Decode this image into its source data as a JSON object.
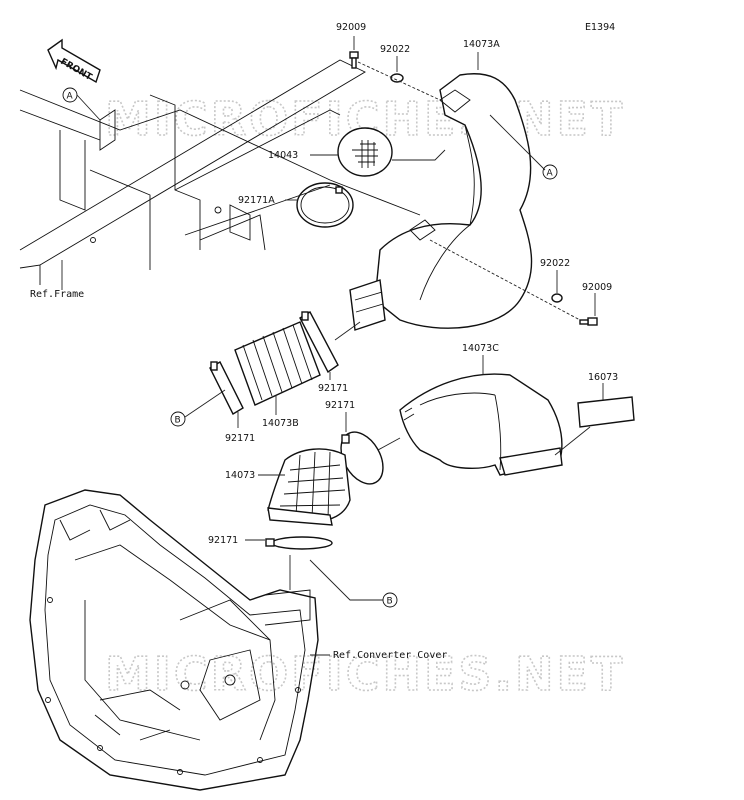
{
  "diagram_code": "E1394",
  "watermark": "MICROFICHES.NET",
  "front_arrow_label": "FRONT",
  "references": {
    "frame": "Ref.Frame",
    "converter_cover": "Ref.Converter Cover"
  },
  "markers": {
    "a": "A",
    "b": "B"
  },
  "parts": {
    "p92009_top": "92009",
    "p92022_top": "92022",
    "p14073A": "14073A",
    "p14043": "14043",
    "p92171A": "92171A",
    "p92022_right": "92022",
    "p92009_right": "92009",
    "p92171_mid": "92171",
    "p14073B": "14073B",
    "p92171_left": "92171",
    "p14073C": "14073C",
    "p16073": "16073",
    "p92171_c": "92171",
    "p14073": "14073",
    "p92171_low": "92171"
  }
}
